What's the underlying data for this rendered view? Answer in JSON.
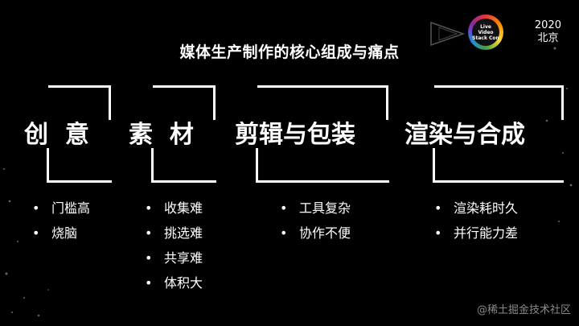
{
  "title": "媒体生产制作的核心组成与痛点",
  "badge": {
    "line1": "Live Video",
    "line2": "Stack Con"
  },
  "event": {
    "year": "2020",
    "city": "北京"
  },
  "categories": [
    {
      "name": "创  意",
      "items": [
        "门槛高",
        "烧脑"
      ]
    },
    {
      "name": "素  材",
      "items": [
        "收集难",
        "挑选难",
        "共享难",
        "体积大"
      ]
    },
    {
      "name": "剪辑与包装",
      "items": [
        "工具复杂",
        "协作不便"
      ]
    },
    {
      "name": "渲染与合成",
      "items": [
        "渲染耗时久",
        "并行能力差"
      ]
    }
  ],
  "bullet": "•",
  "watermark": "@稀土掘金技术社区",
  "colors": {
    "background": "#000000",
    "text": "#ffffff",
    "watermark": "#8a8a8a"
  }
}
